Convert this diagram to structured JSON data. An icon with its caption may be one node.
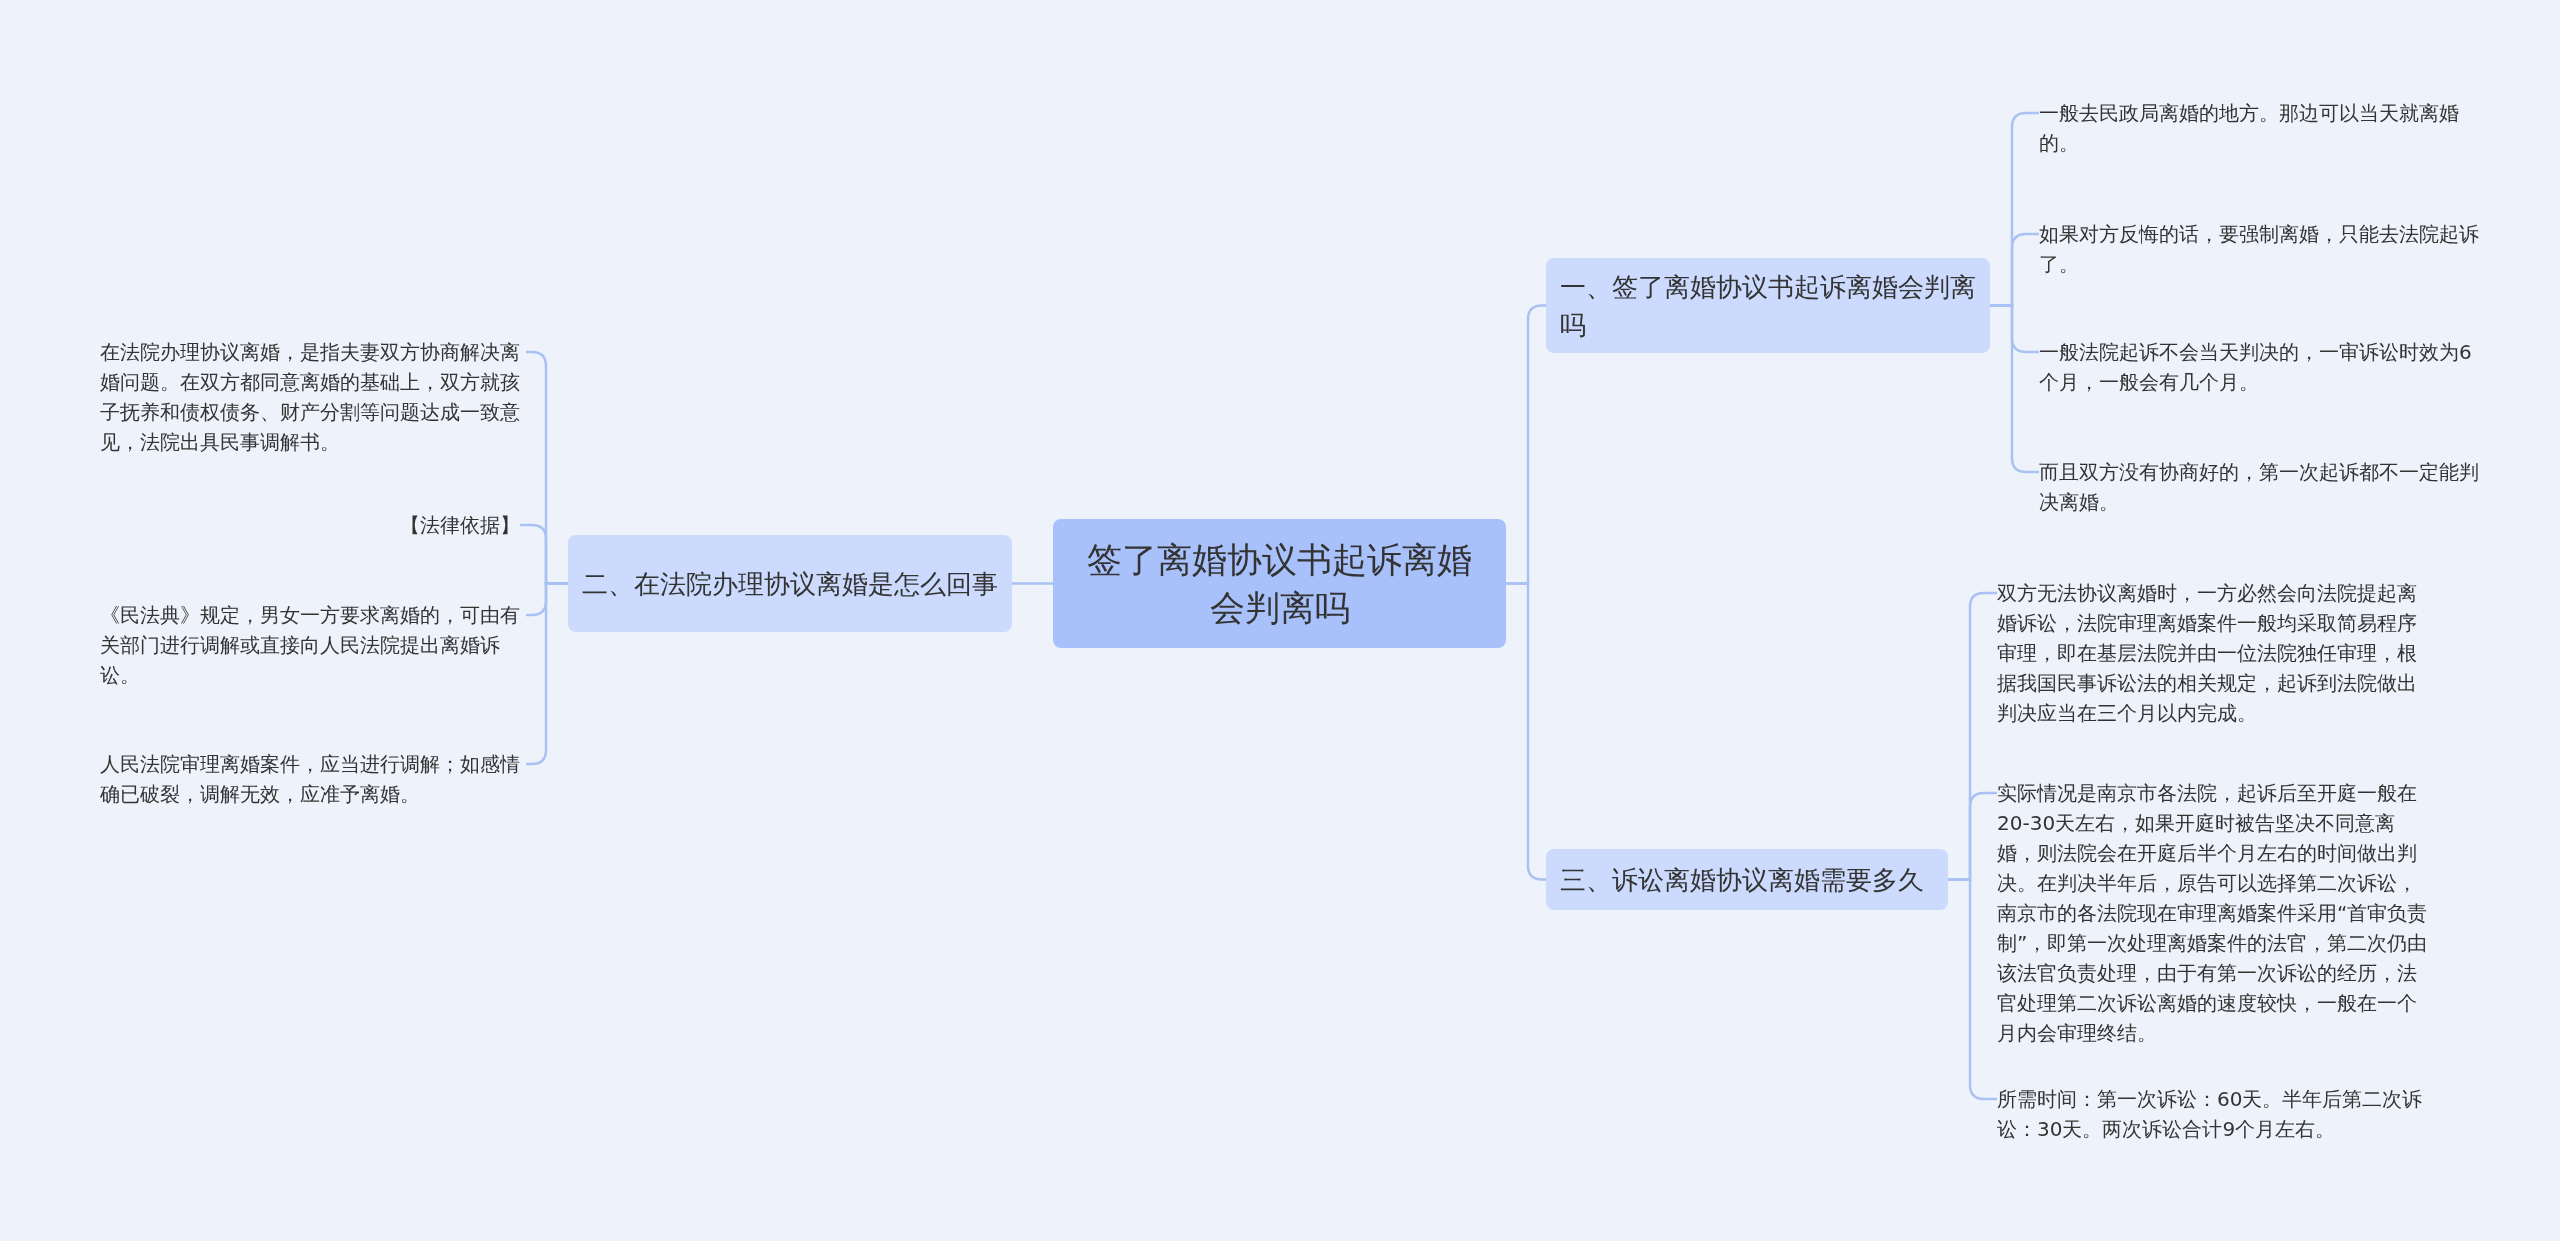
{
  "diagram": {
    "nodes": [
      {
        "text": [
          "签了离婚协议书起诉离婚会判离吗"
        ]
      },
      {
        "text": [
          "一、签了离婚协议书起诉离婚会判离吗"
        ]
      },
      {
        "text": [
          "一般去民政局离婚的地方。那边可以当天就离婚的。"
        ]
      },
      {
        "text": [
          "如果对方反悔的话，要强制离婚，只能去法院起诉了。"
        ]
      },
      {
        "text": [
          "一般法院起诉不会当天判决的，一审诉讼时效为6个月，一般会有几个月。"
        ]
      },
      {
        "text": [
          "而且双方没有协商好的，第一次起诉都不一定能判决离婚。"
        ]
      },
      {
        "text": [
          "三、诉讼离婚协议离婚需要多久"
        ]
      },
      {
        "text": [
          "双方无法协议离婚时，一方必然会向法院提起离婚诉讼，法院审理离婚案件一般均采取简易程序审理，即在基层法院并由一位法院独任审理，根据我国民事诉讼法的相关规定，起诉到法院做出判决应当在三个月以内完成。"
        ]
      },
      {
        "text": [
          "实际情况是南京市各法院，起诉后至开庭一般在20-30天左右，如果开庭时被告坚决不同意离婚，则法院会在开庭后半个月左右的时间做出判决。在判决半年后，原告可以选择第二次诉讼，南京市的各法院现在审理离婚案件采用“首审负责制”，即第一次处理离婚案件的法官，第二次仍由该法官负责处理，由于有第一次诉讼的经历，法官处理第二次诉讼离婚的速度较快，一般在一个月内会审理终结。"
        ]
      },
      {
        "text": [
          "所需时间：第一次诉讼：60天。半年后第二次诉讼：30天。两次诉讼合计9个月左右。"
        ]
      },
      {
        "text": [
          "二、在法院办理协议离婚是怎么回事"
        ]
      },
      {
        "text": [
          "在法院办理协议离婚，是指夫妻双方协商解决离婚问题。在双方都同意离婚的基础上，双方就孩子抚养和债权债务、财产分割等问题达成一致意见，法院出具民事调解书。"
        ]
      },
      {
        "text": [
          "【法律依据】"
        ]
      },
      {
        "text": [
          "《民法典》规定，男女一方要求离婚的，可由有关部门进行调解或直接向人民法院提出离婚诉讼。"
        ]
      },
      {
        "text": [
          "人民法院审理离婚案件，应当进行调解；如感情确已破裂，调解无效，应准予离婚。"
        ]
      }
    ],
    "edges": [
      {
        "from": 0,
        "to": 1,
        "arrow": "none"
      },
      {
        "from": 1,
        "to": 2,
        "arrow": "none"
      },
      {
        "from": 1,
        "to": 3,
        "arrow": "none"
      },
      {
        "from": 1,
        "to": 4,
        "arrow": "none"
      },
      {
        "from": 1,
        "to": 5,
        "arrow": "none"
      },
      {
        "from": 0,
        "to": 6,
        "arrow": "none"
      },
      {
        "from": 6,
        "to": 7,
        "arrow": "none"
      },
      {
        "from": 6,
        "to": 8,
        "arrow": "none"
      },
      {
        "from": 6,
        "to": 9,
        "arrow": "none"
      },
      {
        "from": 0,
        "to": 10,
        "arrow": "none"
      },
      {
        "from": 10,
        "to": 11,
        "arrow": "none"
      },
      {
        "from": 10,
        "to": 12,
        "arrow": "none"
      },
      {
        "from": 10,
        "to": 13,
        "arrow": "none"
      },
      {
        "from": 10,
        "to": 14,
        "arrow": "none"
      }
    ]
  }
}
